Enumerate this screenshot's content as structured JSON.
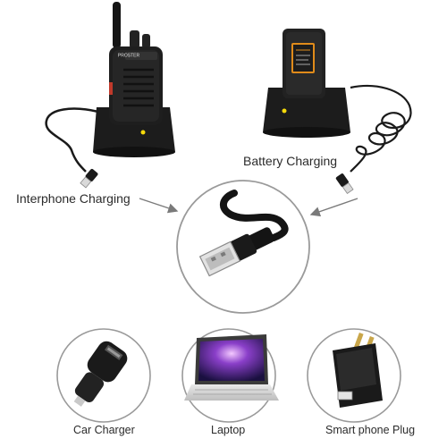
{
  "labels": {
    "interphone_charging": "Interphone Charging",
    "battery_charging": "Battery Charging",
    "car_charger": "Car Charger",
    "laptop": "Laptop",
    "smart_phone_plug": "Smart phone Plug"
  },
  "radio": {
    "brand_text": "PROSTER"
  },
  "colors": {
    "device_black": "#1c1c1c",
    "led_yellow": "#f5d90a",
    "circle_outline": "#9a9a9a",
    "arrow_gray": "#7a7a7a"
  },
  "icons": [
    "walkie-talkie-icon",
    "battery-dock-icon",
    "usb-connector-icon",
    "car-charger-icon",
    "laptop-icon",
    "wall-plug-icon"
  ]
}
